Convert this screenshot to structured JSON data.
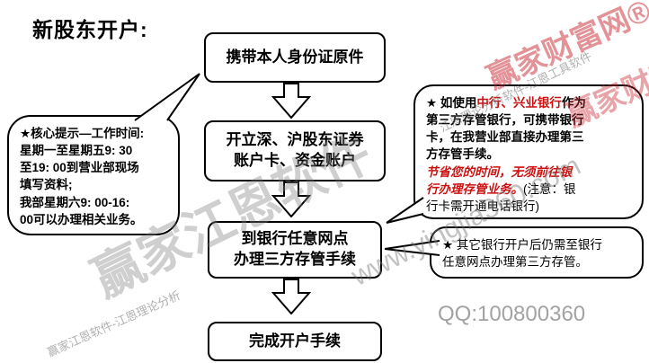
{
  "page": {
    "title": "新股东开户:"
  },
  "flow": {
    "step1": "携带本人身份证原件",
    "step2": "开立深、沪股东证券\n账户卡、资金账户",
    "step3": "到银行任意网点\n办理三方存管手续",
    "step4": "完成开户手续"
  },
  "callout_left": {
    "text": "★核心提示—工作时间:\n星期一至星期五9: 30\n至19: 00到营业部现场\n填写资料;\n我部星期六9: 00-16:\n00可以办理相关业务。"
  },
  "callout_right": {
    "seg_intro": "★ 如使用",
    "seg_banks": "中行、兴业银行",
    "seg_mid": "作为\n第三方存管银行，可携带银行\n卡，在我营业部",
    "seg_bold": "直接办理第三\n方存管手续。",
    "seg_red": "\n节省您的时间，无须前往银\n行办理存管业务。",
    "seg_note": "(注意：银\n行卡需开通电话银行)"
  },
  "callout_other": {
    "text": "★ 其它银行开户后仍需至银行\n任意网点办理第三方存管。"
  },
  "watermarks": {
    "brand_large": "赢家江恩软件",
    "site": "www.yingjia360.com",
    "brand_red": "赢家财富网®",
    "tagline_top": "江恩理论分析软件-江恩工具软件",
    "tagline_bottom": "赢家江恩软件-江恩理论分析",
    "qq": "QQ:100800360"
  },
  "colors": {
    "accent_red": "#cc1111",
    "border": "#000000",
    "watermark_gray": "#9a9a9a"
  }
}
